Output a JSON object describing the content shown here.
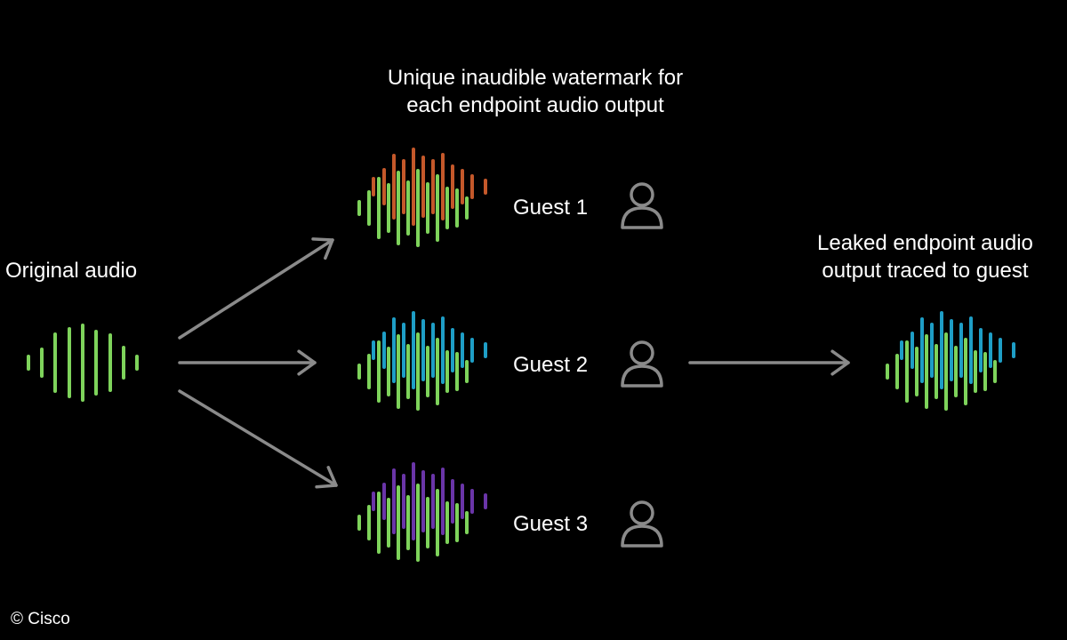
{
  "title_lines": [
    "Unique inaudible watermark for",
    "each endpoint audio output"
  ],
  "original_label": "Original audio",
  "leaked_lines": [
    "Leaked endpoint audio",
    "output traced to guest"
  ],
  "copyright": "© Cisco",
  "colors": {
    "background": "#000000",
    "base_wave": "#7ed35b",
    "arrow": "#8a8a8a",
    "person_icon": "#8a8a8a",
    "text": "#ffffff"
  },
  "guests": [
    {
      "label": "Guest 1",
      "watermark_color": "#c4582a",
      "icon": "person-icon"
    },
    {
      "label": "Guest 2",
      "watermark_color": "#1e9ec6",
      "icon": "person-icon"
    },
    {
      "label": "Guest 3",
      "watermark_color": "#6a35a8",
      "icon": "person-icon"
    }
  ]
}
